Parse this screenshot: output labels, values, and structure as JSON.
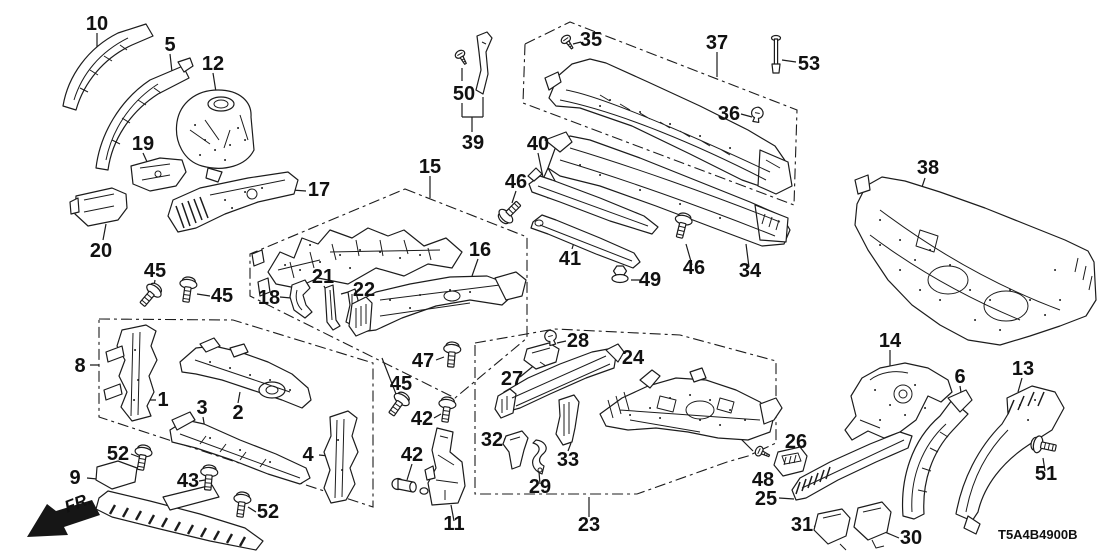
{
  "diagram": {
    "code": "T5A4B4900B",
    "direction_label": "FR.",
    "line_color": "#1c1c1c",
    "background": "#ffffff",
    "callouts": [
      "10",
      "5",
      "12",
      "19",
      "17",
      "20",
      "45",
      "45",
      "15",
      "16",
      "18",
      "21",
      "22",
      "46",
      "35",
      "37",
      "50",
      "39",
      "53",
      "36",
      "38",
      "40",
      "41",
      "49",
      "46",
      "34",
      "14",
      "6",
      "13",
      "51",
      "26",
      "48",
      "25",
      "31",
      "30",
      "23",
      "11",
      "42",
      "42",
      "45",
      "47",
      "27",
      "28",
      "24",
      "32",
      "29",
      "33",
      "9",
      "52",
      "43",
      "52",
      "8",
      "1",
      "2",
      "3",
      "4"
    ]
  }
}
